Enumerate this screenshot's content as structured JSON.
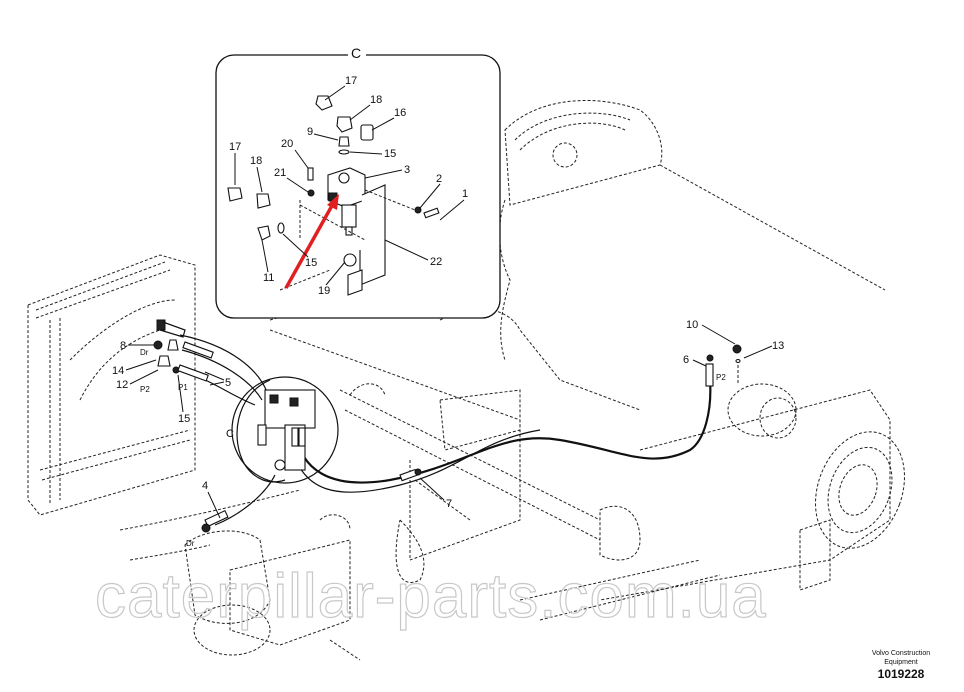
{
  "diagram": {
    "title": "Hydraulic system, fan drive / pump connection (exploded view)",
    "detail_view": {
      "label": "C",
      "callouts": [
        "17",
        "18",
        "16",
        "9",
        "15",
        "20",
        "3",
        "21",
        "2",
        "1",
        "17",
        "18",
        "22",
        "15",
        "11",
        "19"
      ]
    },
    "main_view": {
      "detail_marker": "C",
      "callouts": [
        "8",
        "14",
        "12",
        "5",
        "15",
        "4",
        "7",
        "6",
        "10",
        "13"
      ],
      "port_labels": [
        "Dr",
        "P2",
        "P1",
        "P2",
        "Dr"
      ]
    },
    "highlight_arrow_color": "#e02020",
    "watermark": "caterpillar-parts.com.ua",
    "caption": {
      "manufacturer": "Volvo Construction Equipment",
      "line1": "Volvo Construction",
      "line2": "Equipment",
      "drawing_number": "1019228"
    }
  }
}
